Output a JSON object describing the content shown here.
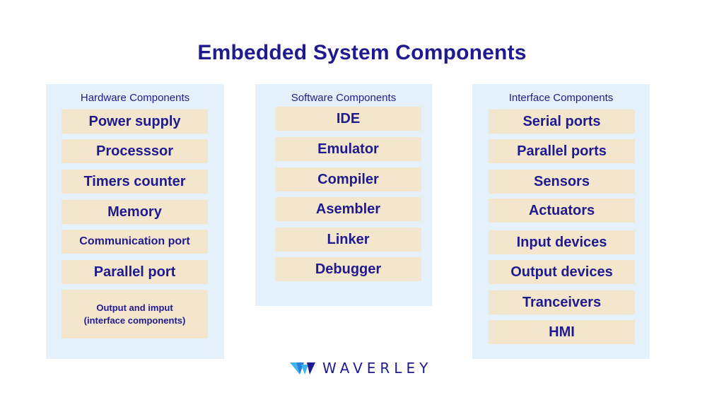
{
  "title": "Embedded System Components",
  "columns": [
    {
      "heading": "Hardware Components",
      "items": [
        "Power supply",
        "Processsor",
        "Timers counter",
        "Memory",
        "Communication port",
        "Parallel port",
        "Output and imput\n(interface components)"
      ]
    },
    {
      "heading": "Software Components",
      "items": [
        "IDE",
        "Emulator",
        "Compiler",
        "Asembler",
        "Linker",
        "Debugger"
      ]
    },
    {
      "heading": "Interface Components",
      "items": [
        "Serial ports",
        "Parallel ports",
        "Sensors",
        "Actuators",
        "Input devices",
        "Output devices",
        "Tranceivers",
        "HMI"
      ]
    }
  ],
  "logo": {
    "text": "WAVERLEY",
    "icon": "waverley-logo-icon",
    "colors": [
      "#3fb6e8",
      "#2a7de1",
      "#1f1b8f"
    ]
  },
  "colors": {
    "text": "#1f1b8f",
    "column_bg": "#e4f1fb",
    "box_bg": "#f3e6cd"
  }
}
